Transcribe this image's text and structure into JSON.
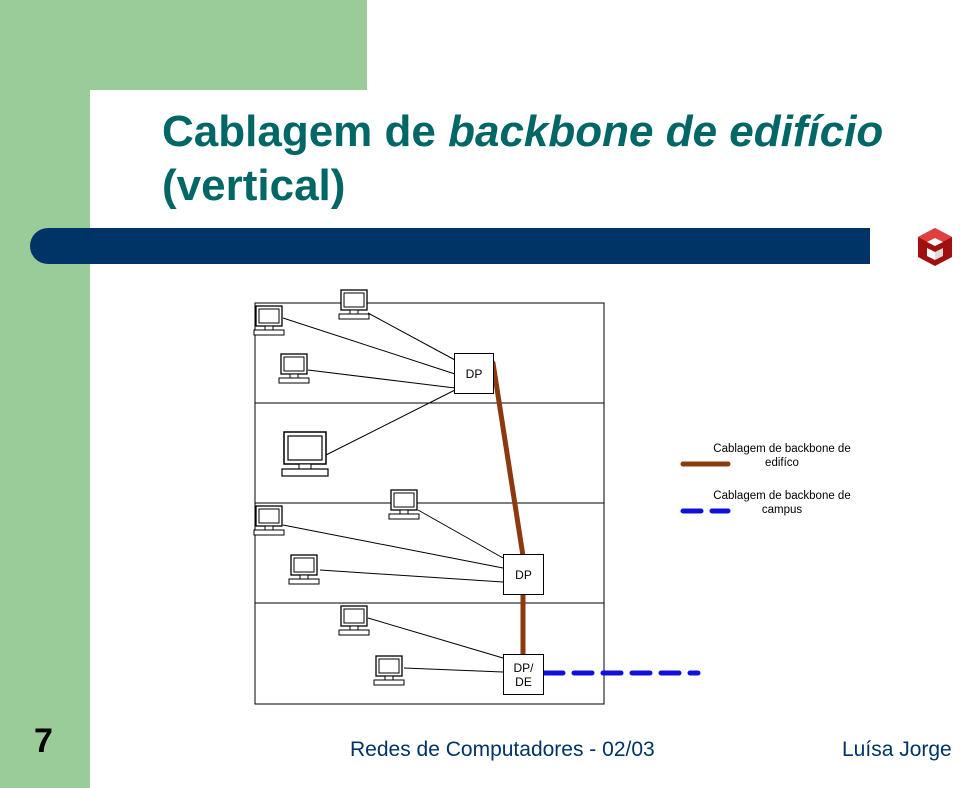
{
  "title": {
    "part1": "Cablagem de ",
    "part2_italic": "backbone de edifício",
    "part3": "(vertical)"
  },
  "diagram": {
    "box_top": "DP",
    "box_mid": "DP",
    "box_bottom_line1": "DP/",
    "box_bottom_line2": "DE"
  },
  "legend": {
    "building": "Cablagem de backbone de edifíco",
    "campus": "Cablagem de backbone de campus",
    "building_color": "#8b3a10",
    "campus_color": "#1010dd"
  },
  "footer": {
    "slide_number": "7",
    "center": "Redes de Computadores - 02/03",
    "right": "Luísa Jorge"
  },
  "colors": {
    "green": "#99cc99",
    "navy": "#003366",
    "title": "#006666"
  }
}
